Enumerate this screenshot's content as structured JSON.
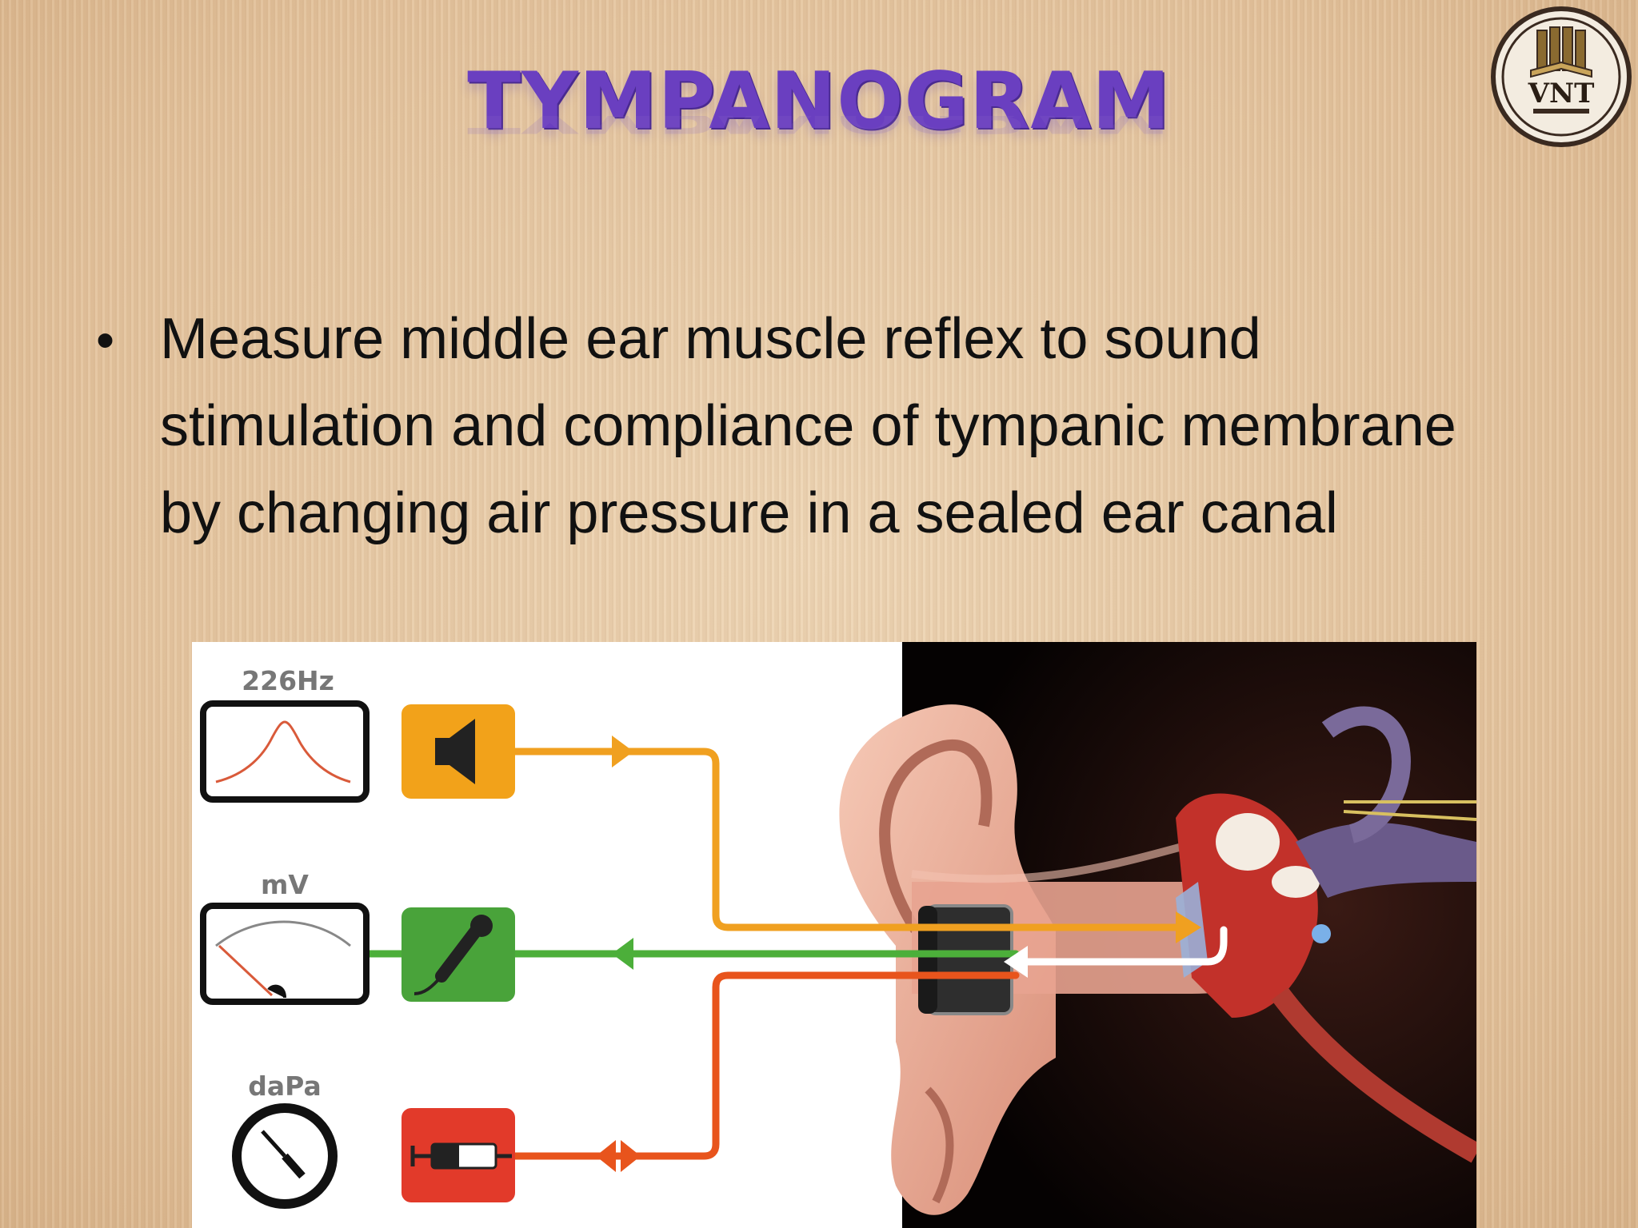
{
  "slide": {
    "title": "TYMPANOGRAM",
    "logo_text": "VNT",
    "bullet": "Measure middle ear muscle reflex to sound stimulation and compliance of tympanic membrane by changing air pressure in a sealed ear canal"
  },
  "diagram": {
    "labels": {
      "frequency": "226Hz",
      "voltage": "mV",
      "pressure": "daPa"
    },
    "colors": {
      "sound_line": "#f0a020",
      "mic_line": "#4caf3a",
      "pressure_line": "#e8541c",
      "speaker_box": "#f2a21a",
      "mic_box": "#49a33a",
      "pump_box": "#e23a2a"
    },
    "icons": [
      "speaker-icon",
      "microphone-icon",
      "syringe-pump-icon",
      "gauge-icon",
      "meter-icon",
      "waveform-monitor-icon"
    ]
  }
}
